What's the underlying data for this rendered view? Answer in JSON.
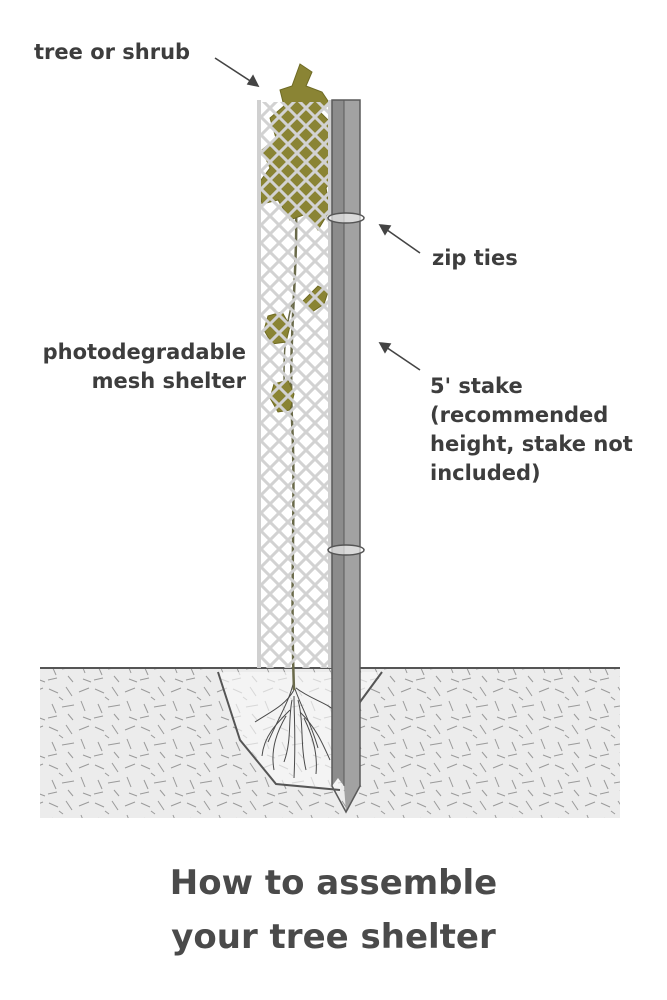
{
  "labels": {
    "tree_or_shrub": "tree or shrub",
    "zip_ties": "zip ties",
    "mesh_shelter_line1": "photodegradable",
    "mesh_shelter_line2": "mesh shelter",
    "stake_line1": "5' stake",
    "stake_line2": "(recommended",
    "stake_line3": "height, stake not",
    "stake_line4": "included)"
  },
  "caption": {
    "line1": "How to assemble",
    "line2": "your tree shelter"
  },
  "colors": {
    "leaf": "#8a8434",
    "mesh": "#d4d4d4",
    "stake": "#9c9c9c",
    "soil": "#e9e9e9",
    "text": "#3d3d3d"
  }
}
